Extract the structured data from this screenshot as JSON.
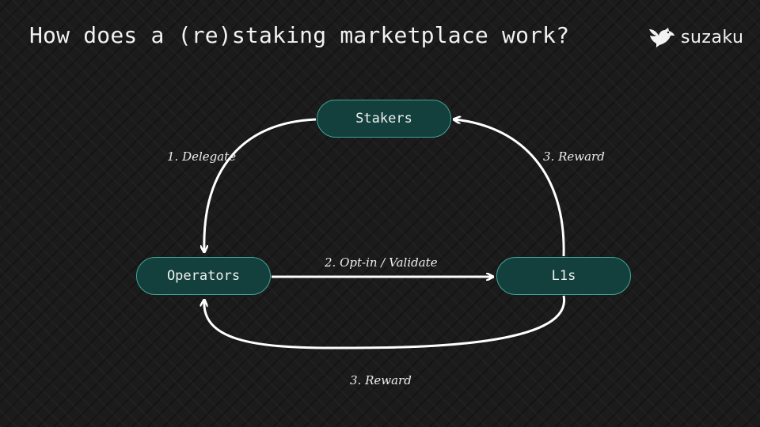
{
  "slide": {
    "title": "How does a (re)staking marketplace work?"
  },
  "logo": {
    "icon": "bird-icon",
    "text": "suzaku"
  },
  "diagram": {
    "nodes": {
      "stakers": "Stakers",
      "operators": "Operators",
      "l1s": "L1s"
    },
    "edges": {
      "delegate": "1. Delegate",
      "opt_in": "2. Opt-in / Validate",
      "reward_to_stakers": "3. Reward",
      "reward_to_operators": "3. Reward"
    },
    "colors": {
      "node_fill": "#13403c",
      "node_border": "#3fa597",
      "arrow": "#ffffff",
      "background": "#1b1b1b"
    }
  }
}
